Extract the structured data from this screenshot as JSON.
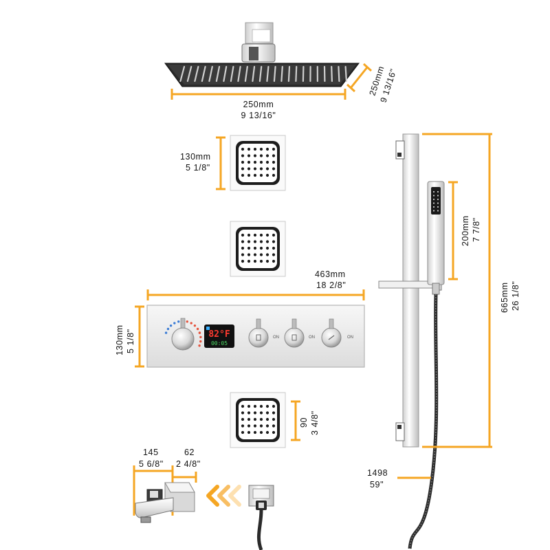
{
  "colors": {
    "dimension_line": "#f5a623",
    "chrome_light": "#f2f2f2",
    "chrome_dark": "#1a1a1a",
    "lcd_red": "#ff3b30",
    "lcd_green": "#4cd964",
    "lcd_blue": "#3ab0ff",
    "arrow_orange": "#f5a623"
  },
  "rain_head": {
    "width_mm": "250mm",
    "width_in": "9 13/16\"",
    "depth_mm": "250mm",
    "depth_in": "9 13/16\""
  },
  "body_jet": {
    "height_mm": "130mm",
    "height_in": "5 1/8\""
  },
  "valve_panel": {
    "width_mm": "463mm",
    "width_in": "18 2/8\"",
    "height_mm": "130mm",
    "height_in": "5 1/8\"",
    "lcd_temp": "82°F",
    "lcd_time": "00:05",
    "knob_labels": [
      "ON",
      "ON",
      "ON"
    ]
  },
  "small_jet": {
    "height_mm": "90",
    "height_in": "3 4/8\""
  },
  "handheld": {
    "height_mm": "200mm",
    "height_in": "7 7/8\""
  },
  "slide_bar": {
    "height_mm": "665mm",
    "height_in": "26 1/8\""
  },
  "hose": {
    "length_mm": "1498",
    "length_in": "59\""
  },
  "tub_spout": {
    "length_mm": "145",
    "length_in": "5 6/8\"",
    "depth_mm": "62",
    "depth_in": "2 4/8\""
  }
}
